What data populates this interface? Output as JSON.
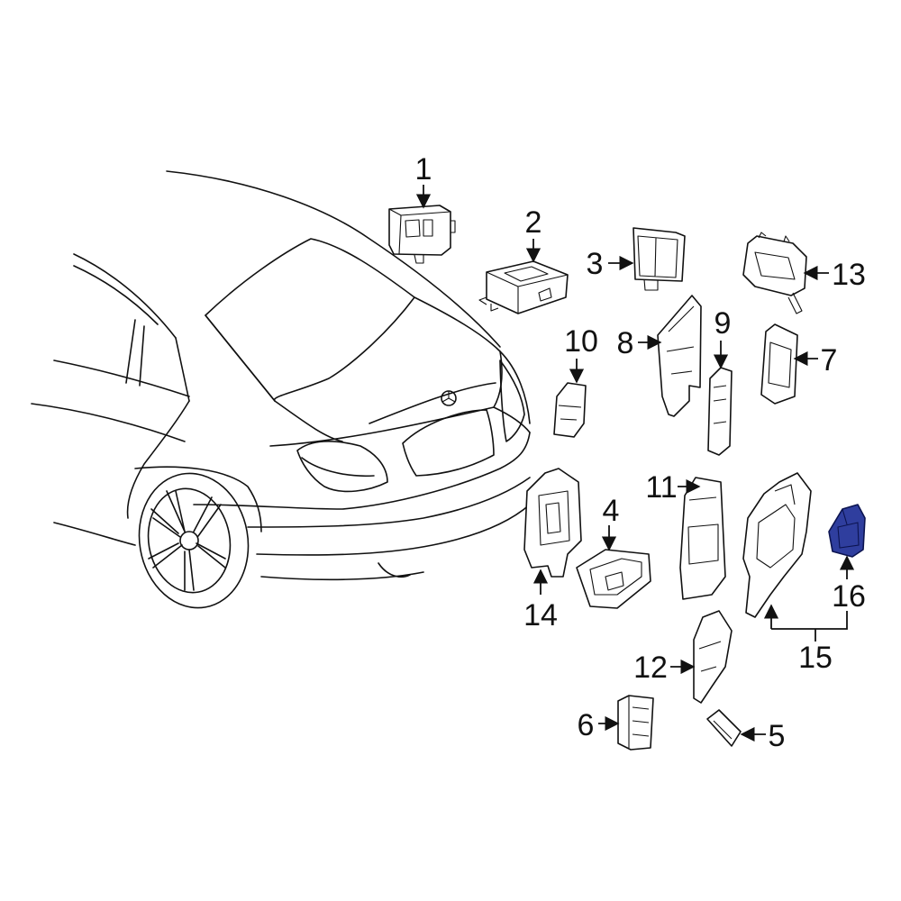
{
  "callouts": [
    {
      "id": "1",
      "label": "1"
    },
    {
      "id": "2",
      "label": "2"
    },
    {
      "id": "3",
      "label": "3"
    },
    {
      "id": "4",
      "label": "4"
    },
    {
      "id": "5",
      "label": "5"
    },
    {
      "id": "6",
      "label": "6"
    },
    {
      "id": "7",
      "label": "7"
    },
    {
      "id": "8",
      "label": "8"
    },
    {
      "id": "9",
      "label": "9"
    },
    {
      "id": "10",
      "label": "10"
    },
    {
      "id": "11",
      "label": "11"
    },
    {
      "id": "12",
      "label": "12"
    },
    {
      "id": "13",
      "label": "13"
    },
    {
      "id": "14",
      "label": "14"
    },
    {
      "id": "15",
      "label": "15"
    },
    {
      "id": "16",
      "label": "16"
    }
  ],
  "highlighted_part": "16",
  "colors": {
    "line": "#111111",
    "highlight": "#2f3e9e",
    "background": "#ffffff"
  }
}
